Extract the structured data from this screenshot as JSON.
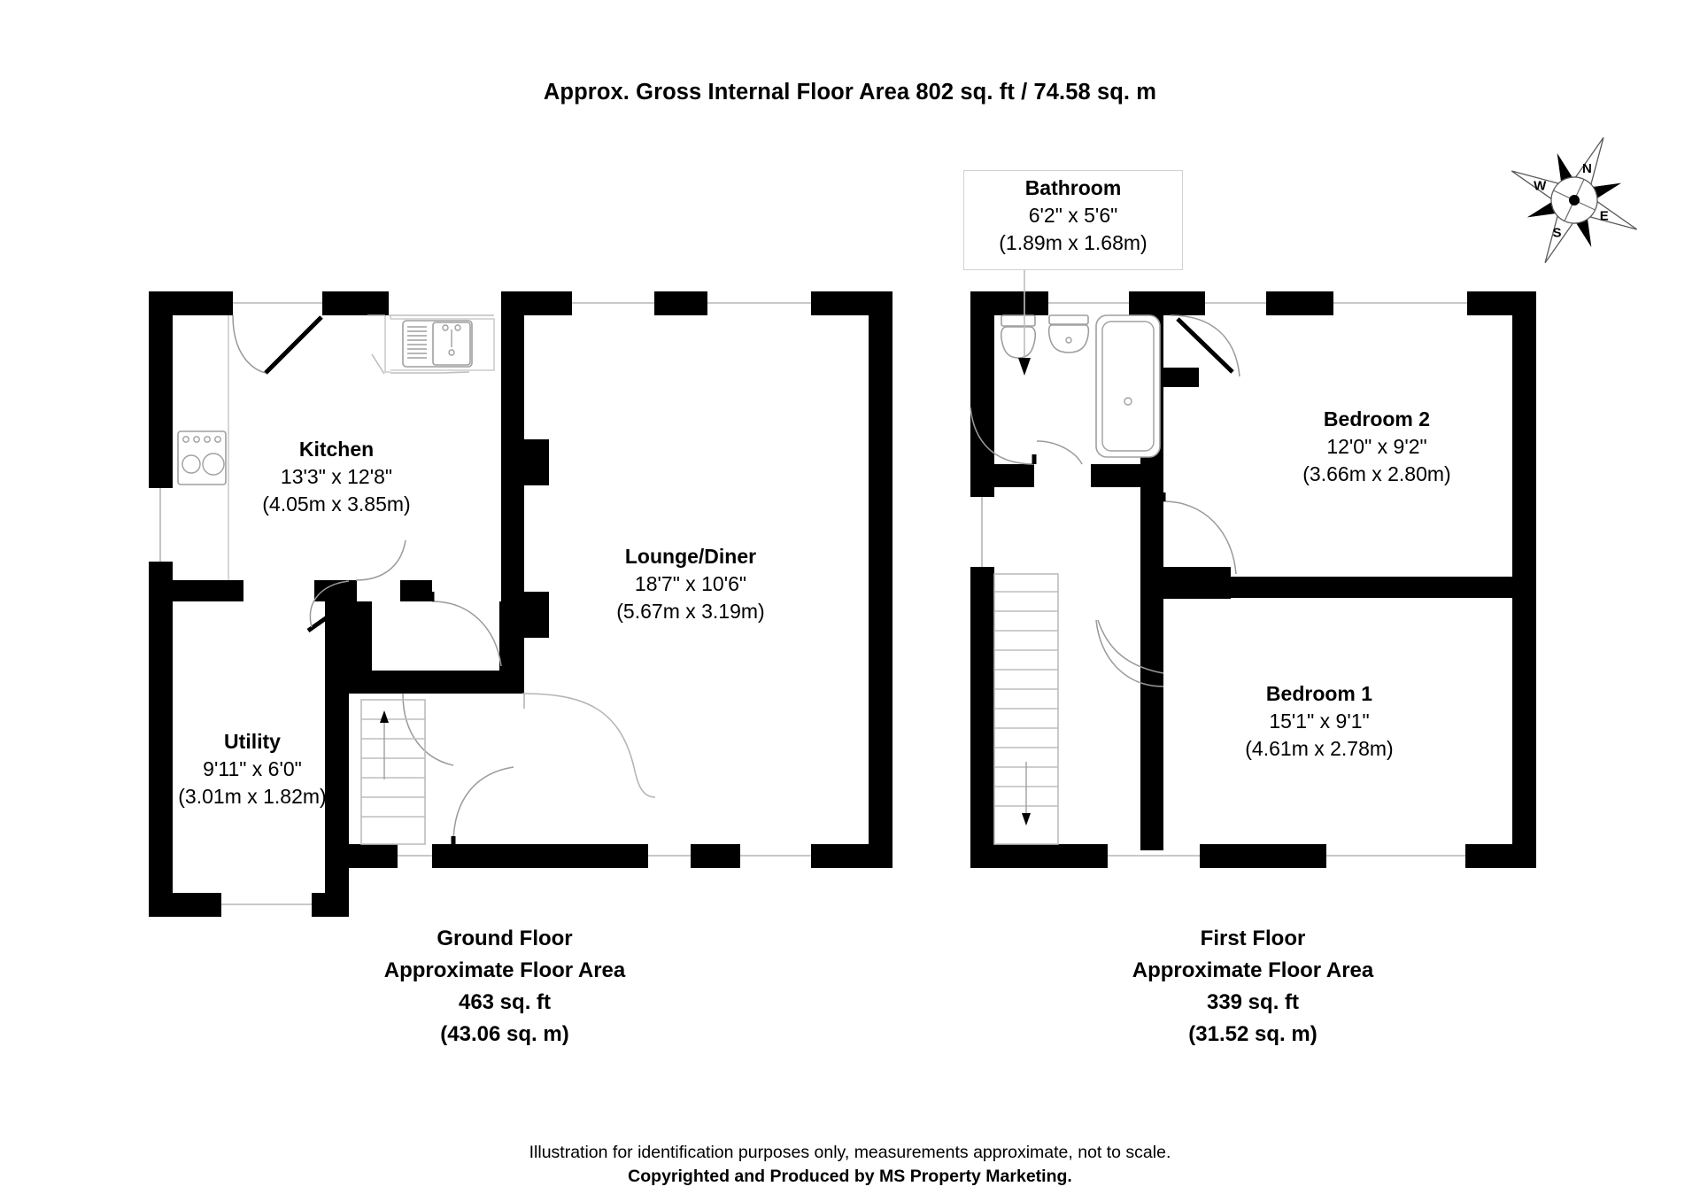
{
  "document": {
    "title": "Approx. Gross Internal Floor Area 802 sq. ft / 74.58 sq. m"
  },
  "footer": {
    "disclaimer": "Illustration for identification purposes only, measurements approximate, not to scale.",
    "copyright": "Copyrighted  and Produced by MS Property Marketing."
  },
  "compass": {
    "north": "N",
    "east": "E",
    "south": "S",
    "west": "W"
  },
  "floors": [
    {
      "id": "ground",
      "name": "Ground Floor",
      "area_caption_line1": "Ground Floor",
      "area_caption_line2": "Approximate Floor Area",
      "area_imperial": "463 sq. ft",
      "area_metric": "(43.06 sq. m)",
      "rooms": [
        {
          "id": "kitchen",
          "name": "Kitchen",
          "imperial": "13'3\" x 12'8\"",
          "metric": "(4.05m x 3.85m)"
        },
        {
          "id": "lounge-diner",
          "name": "Lounge/Diner",
          "imperial": "18'7\" x 10'6\"",
          "metric": "(5.67m x 3.19m)"
        },
        {
          "id": "utility",
          "name": "Utility",
          "imperial": "9'11\" x 6'0\"",
          "metric": "(3.01m x 1.82m)"
        }
      ]
    },
    {
      "id": "first",
      "name": "First Floor",
      "area_caption_line1": "First Floor",
      "area_caption_line2": "Approximate Floor Area",
      "area_imperial": "339 sq. ft",
      "area_metric": "(31.52 sq. m)",
      "rooms": [
        {
          "id": "bathroom",
          "name": "Bathroom",
          "imperial": "6'2\" x 5'6\"",
          "metric": "(1.89m x 1.68m)"
        },
        {
          "id": "bedroom-2",
          "name": "Bedroom 2",
          "imperial": "12'0\" x 9'2\"",
          "metric": "(3.66m x 2.80m)"
        },
        {
          "id": "bedroom-1",
          "name": "Bedroom 1",
          "imperial": "15'1\" x 9'1\"",
          "metric": "(4.61m x 2.78m)"
        }
      ]
    }
  ],
  "colors": {
    "wall": "#000000",
    "background": "#ffffff",
    "thin_line": "#b5b5b5",
    "fixture_stroke": "#9f9f9f",
    "text": "#000000"
  }
}
